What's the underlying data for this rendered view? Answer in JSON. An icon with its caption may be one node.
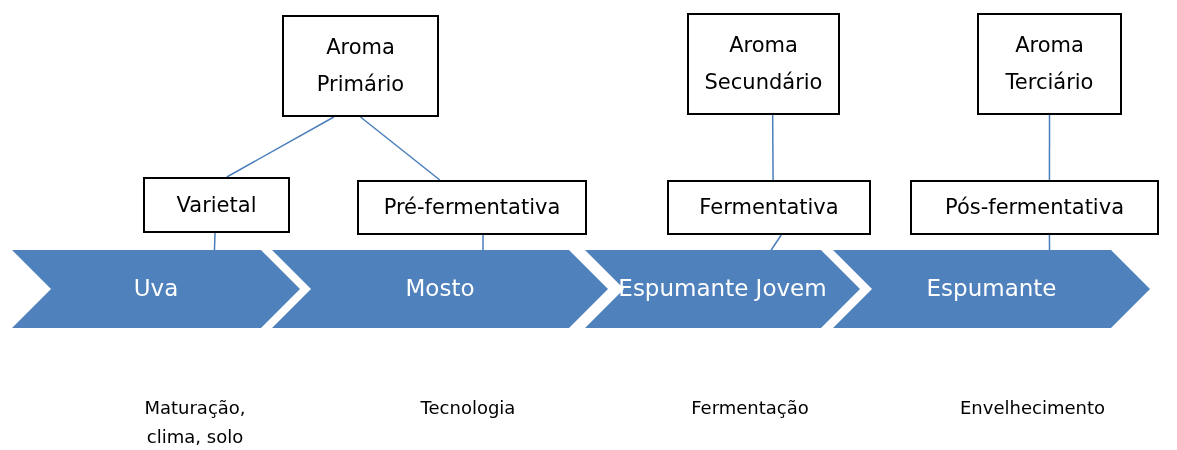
{
  "diagram": {
    "nodes": [
      {
        "text": [
          "Aroma Primário"
        ]
      },
      {
        "text": [
          "Aroma Secundário"
        ]
      },
      {
        "text": [
          "Aroma Terciário"
        ]
      },
      {
        "text": [
          "Varietal"
        ]
      },
      {
        "text": [
          "Pré-fermentativa"
        ]
      },
      {
        "text": [
          "Fermentativa"
        ]
      },
      {
        "text": [
          "Pós-fermentativa"
        ]
      },
      {
        "text": [
          "Uva"
        ],
        "beside": [
          "Maturação, clima, solo"
        ]
      },
      {
        "text": [
          "Mosto"
        ],
        "beside": [
          "Tecnologia"
        ]
      },
      {
        "text": [
          "Espumante Jovem"
        ],
        "beside": [
          "Fermentação"
        ]
      },
      {
        "text": [
          "Espumante"
        ],
        "beside": [
          "Envelhecimento"
        ]
      }
    ],
    "edges": [
      {
        "from": 0,
        "to": 3,
        "arrow": "none"
      },
      {
        "from": 0,
        "to": 4,
        "arrow": "none"
      },
      {
        "from": 1,
        "to": 5,
        "arrow": "none"
      },
      {
        "from": 2,
        "to": 6,
        "arrow": "none"
      },
      {
        "from": 3,
        "to": 7,
        "arrow": "none"
      },
      {
        "from": 4,
        "to": 8,
        "arrow": "none"
      },
      {
        "from": 5,
        "to": 9,
        "arrow": "none"
      },
      {
        "from": 6,
        "to": 10,
        "arrow": "none"
      }
    ]
  }
}
